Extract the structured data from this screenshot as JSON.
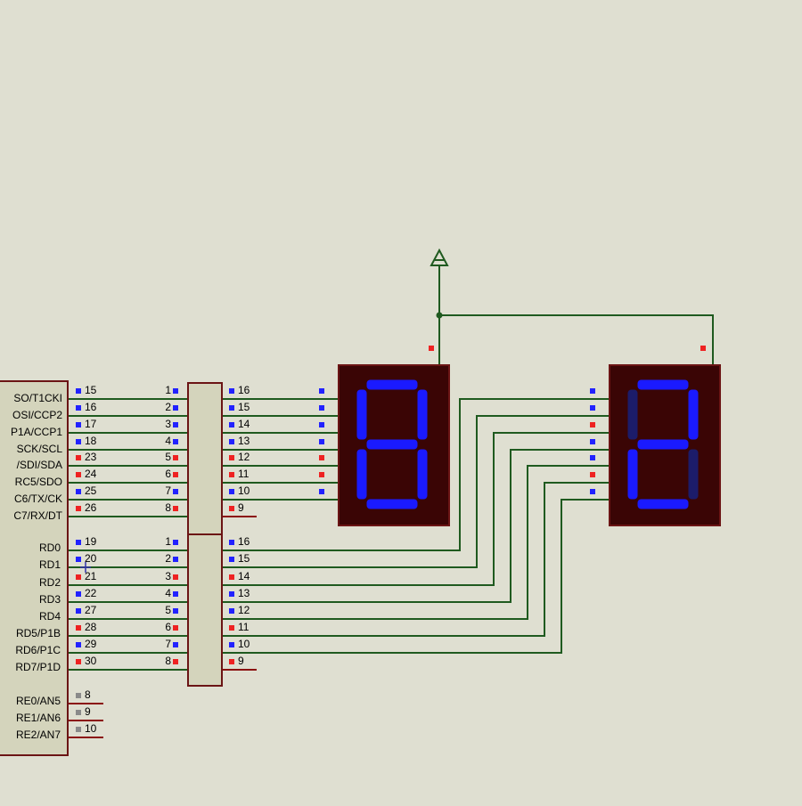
{
  "colors": {
    "background": "#dfdfd1",
    "wire": "#1f5a1f",
    "pin_stub": "#8b1010",
    "ic_fill": "#d4d4bc",
    "ic_stroke": "#6b1414",
    "display_bg": "#3a0505",
    "segment_on": "#1a1aff",
    "segment_off": "#1c1c6a",
    "logic_high": "#2222ff",
    "logic_low": "#ee2222",
    "logic_neutral": "#8a8a8a",
    "label": "#000000"
  },
  "mcu": {
    "port_c_labels": [
      "SO/T1CKI",
      "OSI/CCP2",
      "P1A/CCP1",
      "SCK/SCL",
      "/SDI/SDA",
      "RC5/SDO",
      "C6/TX/CK",
      "C7/RX/DT"
    ],
    "port_c_pins": [
      "15",
      "16",
      "17",
      "18",
      "23",
      "24",
      "25",
      "26"
    ],
    "port_c_states": [
      "high",
      "high",
      "high",
      "high",
      "low",
      "low",
      "high",
      "low"
    ],
    "port_d_labels": [
      "RD0",
      "RD1",
      "RD2",
      "RD3",
      "RD4",
      "RD5/P1B",
      "RD6/P1C",
      "RD7/P1D"
    ],
    "port_d_pins": [
      "19",
      "20",
      "21",
      "22",
      "27",
      "28",
      "29",
      "30"
    ],
    "port_d_states": [
      "high",
      "high",
      "low",
      "high",
      "high",
      "low",
      "high",
      "low"
    ],
    "port_e_labels": [
      "RE0/AN5",
      "RE1/AN6",
      "RE2/AN7"
    ],
    "port_e_pins": [
      "8",
      "9",
      "10"
    ],
    "port_e_states": [
      "neutral",
      "neutral",
      "neutral"
    ]
  },
  "resistor_pack_top": {
    "left_pins": [
      "1",
      "2",
      "3",
      "4",
      "5",
      "6",
      "7",
      "8"
    ],
    "left_states": [
      "high",
      "high",
      "high",
      "high",
      "low",
      "low",
      "high",
      "low"
    ],
    "right_pins": [
      "16",
      "15",
      "14",
      "13",
      "12",
      "11",
      "10",
      "9"
    ],
    "right_states": [
      "high",
      "high",
      "high",
      "high",
      "low",
      "low",
      "high",
      "low"
    ]
  },
  "resistor_pack_bottom": {
    "left_pins": [
      "1",
      "2",
      "3",
      "4",
      "5",
      "6",
      "7",
      "8"
    ],
    "left_states": [
      "high",
      "high",
      "low",
      "high",
      "high",
      "low",
      "high",
      "low"
    ],
    "right_pins": [
      "16",
      "15",
      "14",
      "13",
      "12",
      "11",
      "10",
      "9"
    ],
    "right_states": [
      "high",
      "high",
      "low",
      "high",
      "high",
      "low",
      "high",
      "low"
    ]
  },
  "display_left": {
    "shown_digit": "8",
    "pin_states": [
      "high",
      "high",
      "high",
      "high",
      "low",
      "low",
      "high"
    ],
    "common_state": "low"
  },
  "display_right": {
    "shown_digit": "2",
    "pin_states": [
      "high",
      "high",
      "low",
      "high",
      "high",
      "low",
      "high"
    ],
    "common_state": "low"
  },
  "power_terminal": {
    "symbol": "power-arrow"
  }
}
